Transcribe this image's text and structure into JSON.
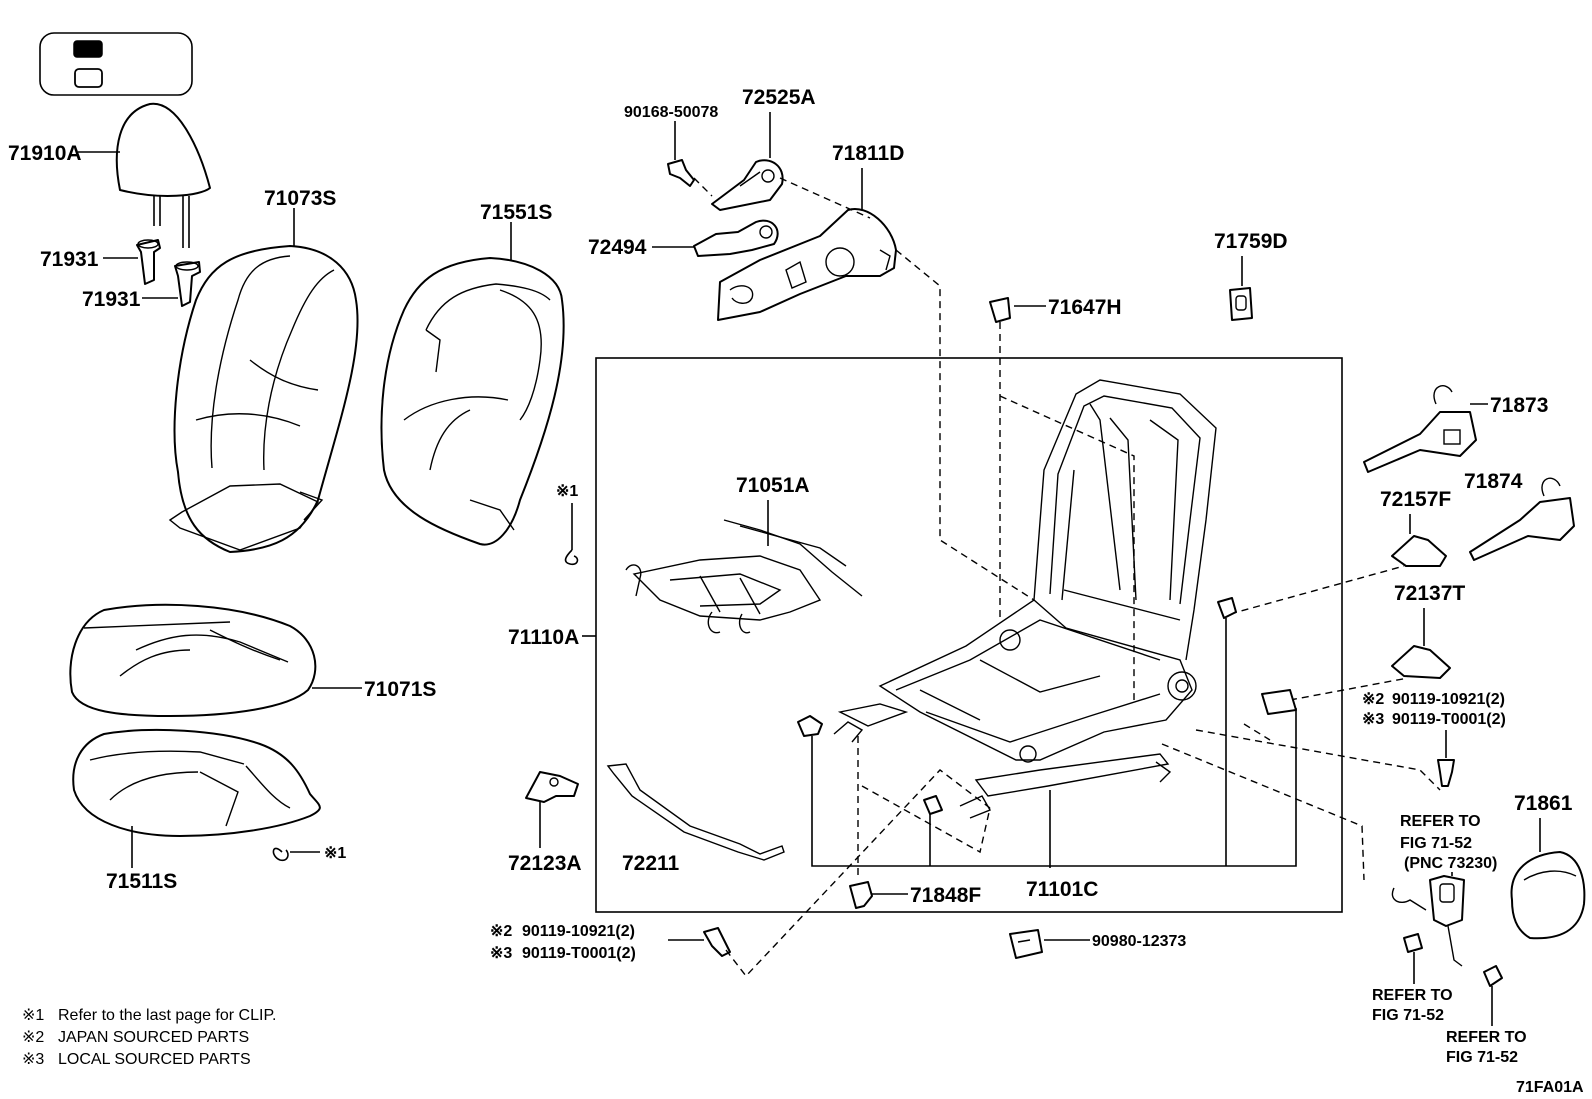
{
  "figure_code": "71FA01A",
  "legend_icons": [
    "filled-square-icon",
    "hollow-square-icon"
  ],
  "part_numbers": {
    "headrest": "71910A",
    "headrest_guide_upper": "71931",
    "headrest_guide_lower": "71931",
    "back_cover": "71073S",
    "back_pad": "71551S",
    "cushion_cover": "71071S",
    "cushion_pad": "71511S",
    "bolt_top": "90168-50078",
    "hinge_cover": "72525A",
    "shield": "71811D",
    "lever": "72494",
    "clip_71647h": "71647H",
    "clip_71759d": "71759D",
    "spring_assy": "71051A",
    "frame_assy": "71110A",
    "adjuster": "71101C",
    "bracket_72123a": "72123A",
    "rod_72211": "72211",
    "clip_71848f": "71848F",
    "connector": "90980-12373",
    "cover_71873": "71873",
    "cover_71874": "71874",
    "cover_72157f": "72157F",
    "cover_72137t": "72137T",
    "cover_71861": "71861"
  },
  "bolt_refs_right": {
    "mark2": "※2",
    "part2": "90119-10921(2)",
    "mark3": "※3",
    "part3": "90119-T0001(2)"
  },
  "bolt_refs_left": {
    "mark2": "※2",
    "part2": "90119-10921(2)",
    "mark3": "※3",
    "part3": "90119-T0001(2)"
  },
  "clip_marks": {
    "back": "※1",
    "cushion": "※1"
  },
  "refer_to": {
    "upper_line1": "REFER TO",
    "upper_line2": "FIG 71-52",
    "upper_line3": "(PNC 73230)",
    "mid_line1": "REFER TO",
    "mid_line2": "FIG 71-52",
    "low_line1": "REFER TO",
    "low_line2": "FIG 71-52"
  },
  "notes": [
    {
      "mark": "※1",
      "text": "Refer to the last page for CLIP."
    },
    {
      "mark": "※2",
      "text": "JAPAN SOURCED PARTS"
    },
    {
      "mark": "※3",
      "text": "LOCAL SOURCED PARTS"
    }
  ]
}
